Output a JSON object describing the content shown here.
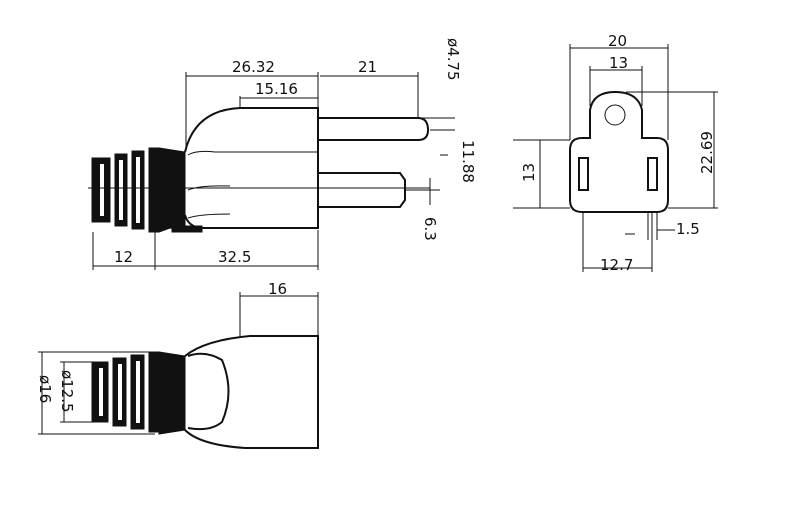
{
  "side_view": {
    "dim_overall_length": "26.32",
    "dim_blade_inner": "15.16",
    "dim_blade_length": "21",
    "dim_ground_pin_diameter": "ø4.75",
    "dim_pin_spacing": "11.88",
    "dim_blade_offset": "6.3",
    "dim_strain_relief": "12",
    "dim_body_length": "32.5"
  },
  "front_view": {
    "dim_total_width": "20",
    "dim_inner_width": "13",
    "dim_total_height": "22.69",
    "dim_blade_height": "13",
    "dim_blade_thickness": "1.5",
    "dim_blade_spacing": "12.7"
  },
  "top_view": {
    "dim_body_width": "16",
    "dim_cord_diameter": "ø12.5",
    "dim_outer_diameter": "ø16"
  }
}
